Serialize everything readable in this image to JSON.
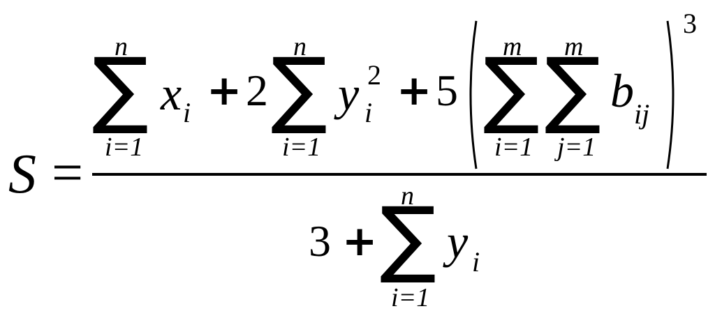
{
  "formula": {
    "lhs": "S",
    "equals": "=",
    "numerator": {
      "sum1": {
        "upper": "n",
        "lower": "i=1",
        "body": "x",
        "body_sub": "i"
      },
      "plus1": "+",
      "coef2": "2",
      "sum2": {
        "upper": "n",
        "lower": "i=1",
        "body": "y",
        "body_sub": "i",
        "body_sup": "2"
      },
      "plus2": "+",
      "coef5": "5",
      "sum3": {
        "upper": "m",
        "lower": "i=1"
      },
      "sum4": {
        "upper": "m",
        "lower": "j=1",
        "body": "b",
        "body_sub": "ij"
      },
      "outer_exponent": "3"
    },
    "denominator": {
      "const": "3",
      "plus": "+",
      "sum5": {
        "upper": "n",
        "lower": "i=1",
        "body": "y",
        "body_sub": "i"
      }
    },
    "sigma_symbol": "∑"
  }
}
